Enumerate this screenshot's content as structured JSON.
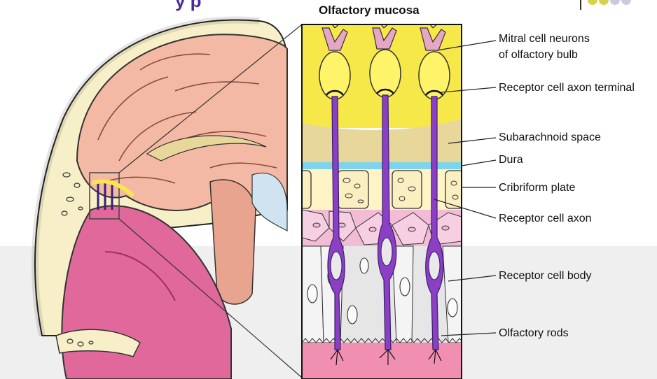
{
  "slide": {
    "title_fragment": "y p",
    "accent_color": "#4a2a9a"
  },
  "diagram": {
    "panel_title": "Olfactory mucosa",
    "labels": {
      "mitral_line1": "Mitral cell neurons",
      "mitral_line2": "of olfactory bulb",
      "axon_terminal": "Receptor cell axon terminal",
      "subarachnoid": "Subarachnoid space",
      "dura": "Dura",
      "cribriform": "Cribriform plate",
      "receptor_axon": "Receptor cell axon",
      "receptor_body": "Receptor cell body",
      "olfactory_rods": "Olfactory rods"
    },
    "colors": {
      "bulb": "#f7e84a",
      "subarachnoid": "#e8d79a",
      "dura": "#7fd3ea",
      "cribriform": "#fff4c6",
      "axon_layer": "#f2bcd6",
      "epithelium": "#e6e6e6",
      "mucus": "#f08fb2",
      "receptor_cell": "#8a3fc4",
      "brain": "#f4b9a4"
    }
  }
}
